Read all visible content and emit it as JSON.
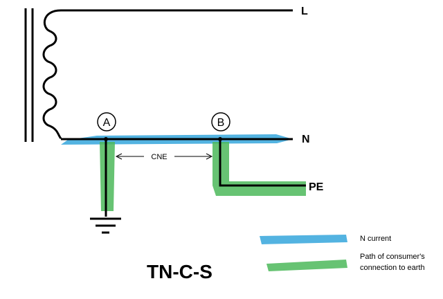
{
  "diagram": {
    "title": "TN-C-S",
    "conductors": {
      "line": "L",
      "neutral": "N",
      "protective_earth": "PE"
    },
    "nodes": {
      "a": "A",
      "b": "B"
    },
    "segment_label": "CNE",
    "legend": [
      {
        "label": "N current",
        "color": "#35a6dc"
      },
      {
        "label_line1": "Path of consumer's",
        "label_line2": "connection to earth",
        "color": "#4cb85a"
      }
    ]
  }
}
